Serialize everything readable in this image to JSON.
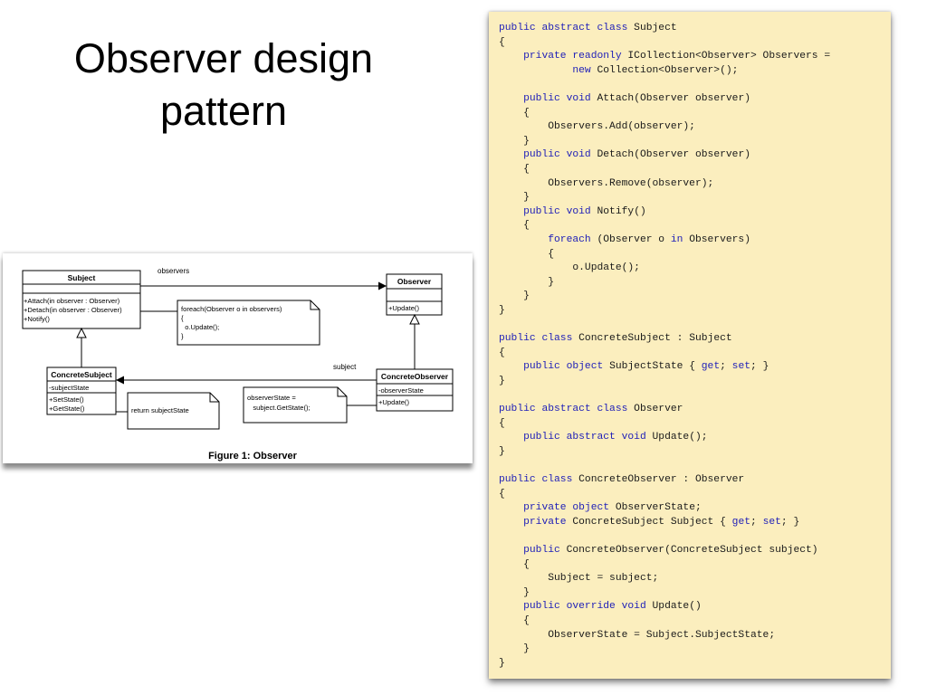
{
  "slide": {
    "title_line1": "Observer design",
    "title_line2": "pattern"
  },
  "diagram": {
    "caption": "Figure 1: Observer",
    "subject_class": {
      "name": "Subject",
      "methods": [
        "+Attach(in observer : Observer)",
        "+Detach(in observer : Observer)",
        "+Notify()"
      ]
    },
    "observer_class": {
      "name": "Observer",
      "methods": [
        "+Update()"
      ]
    },
    "concrete_subject_class": {
      "name": "ConcreteSubject",
      "attributes": [
        "-subjectState"
      ],
      "methods": [
        "+SetState()",
        "+GetState()"
      ]
    },
    "concrete_observer_class": {
      "name": "ConcreteObserver",
      "attributes": [
        "-observerState"
      ],
      "methods": [
        "+Update()"
      ]
    },
    "association_labels": {
      "observers": "observers",
      "subject": "subject"
    },
    "notes": {
      "notify_note": [
        "foreach(Observer o in observers)",
        "{",
        "  o.Update();",
        "}"
      ],
      "update_note": [
        "observerState =",
        "   subject.GetState();"
      ],
      "getstate_note": [
        "return subjectState"
      ]
    }
  },
  "code": {
    "lines": [
      "public abstract class Subject",
      "{",
      "    private readonly ICollection<Observer> Observers =",
      "            new Collection<Observer>();",
      "",
      "    public void Attach(Observer observer)",
      "    {",
      "        Observers.Add(observer);",
      "    }",
      "    public void Detach(Observer observer)",
      "    {",
      "        Observers.Remove(observer);",
      "    }",
      "    public void Notify()",
      "    {",
      "        foreach (Observer o in Observers)",
      "        {",
      "            o.Update();",
      "        }",
      "    }",
      "}",
      "",
      "public class ConcreteSubject : Subject",
      "{",
      "    public object SubjectState { get; set; }",
      "}",
      "",
      "public abstract class Observer",
      "{",
      "    public abstract void Update();",
      "}",
      "",
      "public class ConcreteObserver : Observer",
      "{",
      "    private object ObserverState;",
      "    private ConcreteSubject Subject { get; set; }",
      "",
      "    public ConcreteObserver(ConcreteSubject subject)",
      "    {",
      "        Subject = subject;",
      "    }",
      "    public override void Update()",
      "    {",
      "        ObserverState = Subject.SubjectState;",
      "    }",
      "}"
    ],
    "keywords": [
      "public",
      "abstract",
      "class",
      "private",
      "readonly",
      "new",
      "void",
      "foreach",
      "in",
      "object",
      "get",
      "set",
      "override"
    ],
    "keyword_color": "#2020b8",
    "text_color": "#1a1a1a",
    "background_color": "#fbeebe"
  }
}
